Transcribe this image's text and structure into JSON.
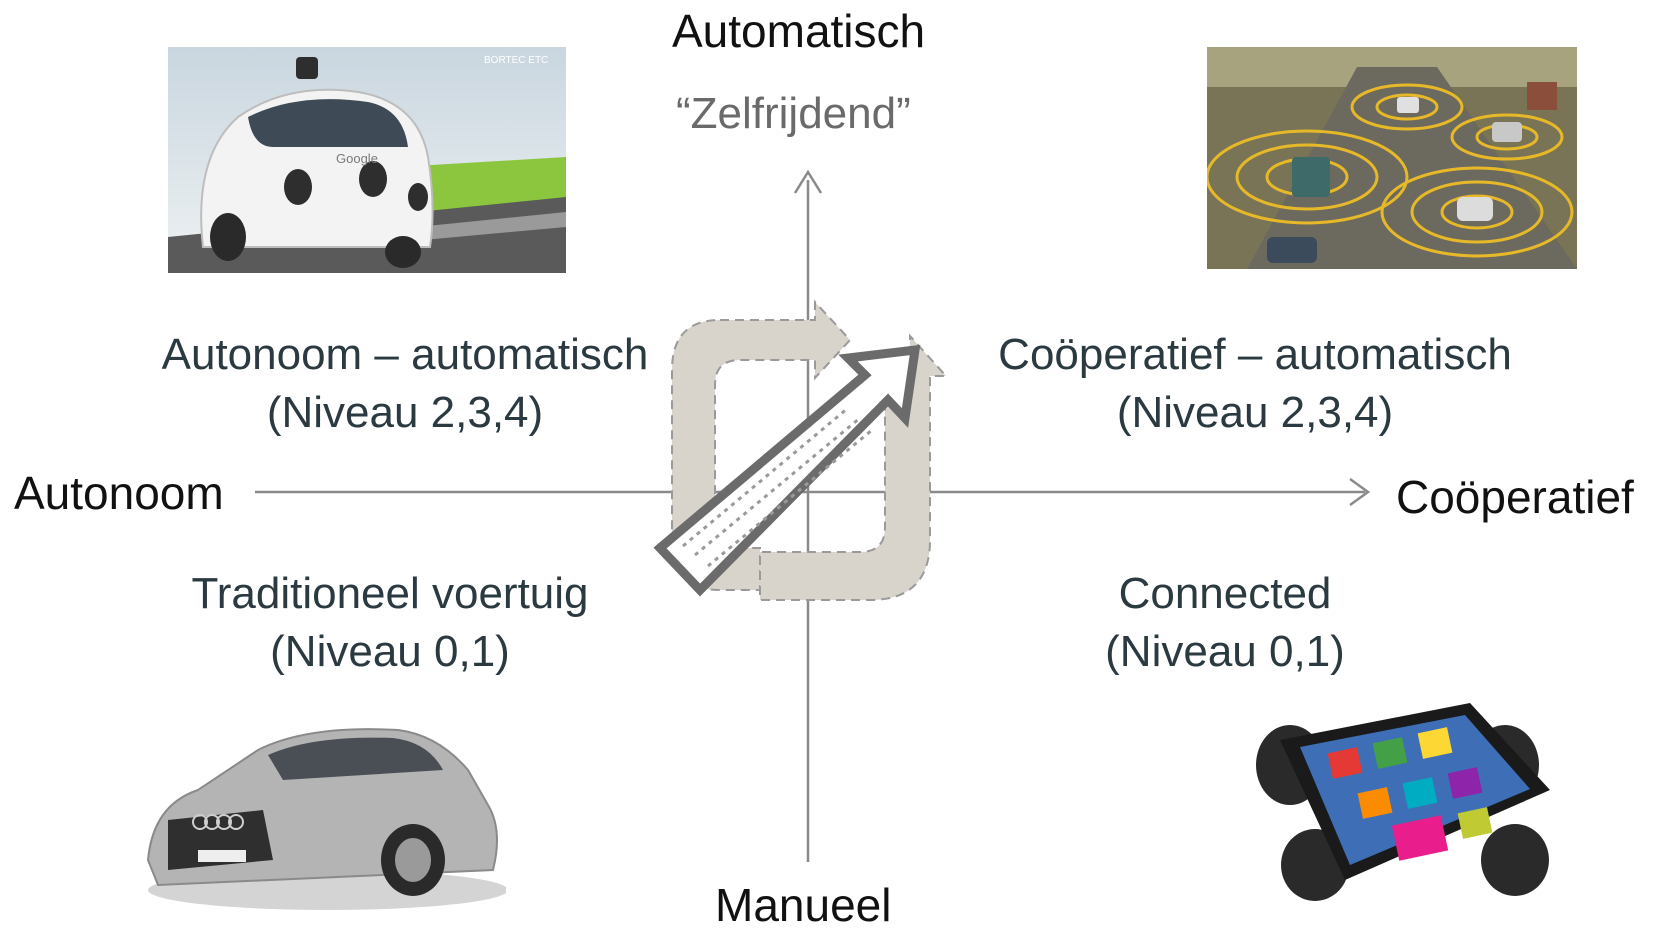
{
  "axes": {
    "top": "Automatisch",
    "top_sub": "“Zelfrijdend”",
    "bottom": "Manueel",
    "left": "Autonoom",
    "right": "Coöperatief"
  },
  "quadrants": {
    "top_left": {
      "line1": "Autonoom – automatisch",
      "line2": "(Niveau 2,3,4)"
    },
    "top_right": {
      "line1": "Coöperatief – automatisch",
      "line2": "(Niveau 2,3,4)"
    },
    "bottom_left": {
      "line1": "Traditioneel voertuig",
      "line2": "(Niveau 0,1)"
    },
    "bottom_right": {
      "line1": "Connected",
      "line2": "(Niveau 0,1)"
    }
  },
  "photos": {
    "top_left": {
      "caption_brand": "Google",
      "watermark": "BORTEC ETC"
    }
  },
  "colors": {
    "axis": "#8a8a8a",
    "quadrant_text": "#2b3a40",
    "cycle_fill": "#d8d4cc",
    "cycle_stroke": "#9a9a9a",
    "arrow_stroke": "#6b6b6b"
  }
}
